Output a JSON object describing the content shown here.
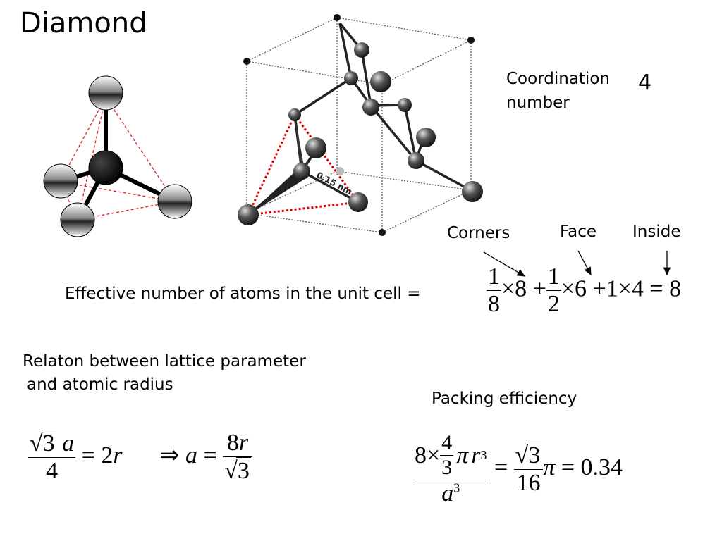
{
  "title": "Diamond",
  "coordination": {
    "label": "Coordination\nnumber",
    "value": "4"
  },
  "bond_length": "0,15 nm",
  "position_labels": {
    "corners": "Corners",
    "face": "Face",
    "inside": "Inside"
  },
  "effective": {
    "label": "Effective number of atoms in the unit cell =",
    "corner_num": "1",
    "corner_den": "8",
    "corner_mult": "×8",
    "face_plus": "+",
    "face_num": "1",
    "face_den": "2",
    "face_mult": "×6",
    "inside_term": "+1×4",
    "equals": "=",
    "result": "8"
  },
  "relation": {
    "label_line1": "Relaton between lattice parameter",
    "label_line2": "and atomic radius",
    "sqrt_val": "3",
    "a": "a",
    "den": "4",
    "eq_rhs": "= 2",
    "r": "r",
    "implies": "⇒",
    "a2": "a",
    "eq2": "=",
    "num2": "8",
    "r2": "r",
    "sqrt_val2": "3"
  },
  "packing": {
    "label": "Packing efficiency",
    "n8": "8×",
    "four": "4",
    "three": "3",
    "pi": "π",
    "r": "r",
    "cube": "3",
    "a": "a",
    "acube": "3",
    "eq": "=",
    "sqrt_val": "3",
    "sixteen": "16",
    "pi2": "π",
    "result": "= 0.34"
  }
}
